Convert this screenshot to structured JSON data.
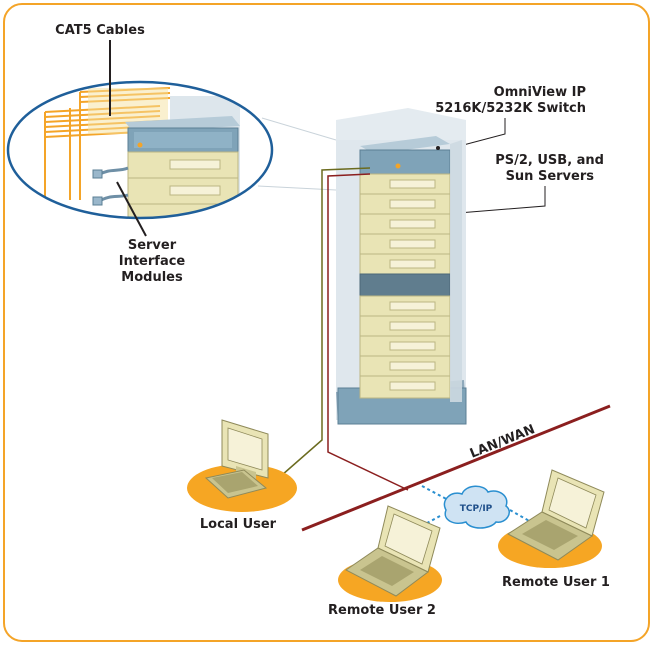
{
  "labels": {
    "cat5_cables": "CAT5 Cables",
    "sim_line1": "Server",
    "sim_line2": "Interface",
    "sim_line3": "Modules",
    "switch_line1": "OmniView IP",
    "switch_line2": "5216K/5232K Switch",
    "servers_line1": "PS/2, USB, and",
    "servers_line2": "Sun Servers",
    "lan_wan": "LAN/WAN",
    "tcp_ip": "TCP/IP",
    "local_user": "Local User",
    "remote_user_1": "Remote User 1",
    "remote_user_2": "Remote User 2"
  },
  "colors": {
    "frame_orange": "#f4a428",
    "user_pad_orange": "#f6a623",
    "rack_beige": "#e9e4b5",
    "rack_blue": "#7fa3b8",
    "network_line": "#8b1f1f",
    "cable_olive": "#6b6b1f",
    "zoom_border": "#1f5f9a",
    "tcp_cloud": "#cfe3f3"
  }
}
